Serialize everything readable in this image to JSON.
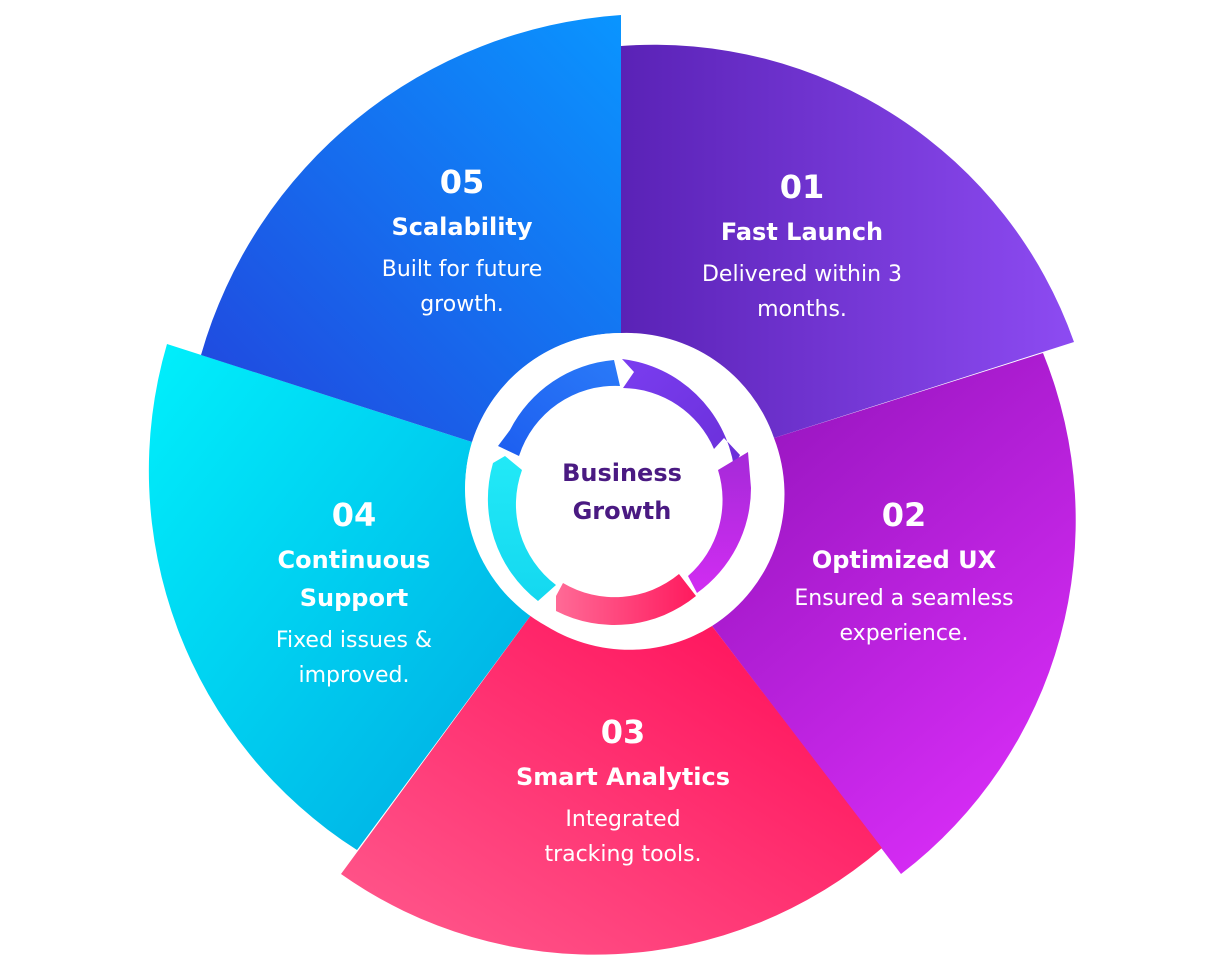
{
  "center": {
    "line1": "Business",
    "line2": "Growth"
  },
  "segments": [
    {
      "number": "01",
      "title": "Fast Launch",
      "desc1": "Delivered within 3",
      "desc2": "months.",
      "color_from": "#5a22b6",
      "color_to": "#8d4bf2"
    },
    {
      "number": "02",
      "title": "Optimized UX",
      "desc1": "Ensured a seamless",
      "desc2": "experience.",
      "color_from": "#8f12b8",
      "color_to": "#d028f0"
    },
    {
      "number": "03",
      "title": "Smart Analytics",
      "desc1": "Integrated",
      "desc2": "tracking tools.",
      "color_from": "#ff0a56",
      "color_to": "#ff4a86"
    },
    {
      "number": "04",
      "title": "Continuous",
      "title2": "Support",
      "desc1": "Fixed issues &",
      "desc2": "improved.",
      "color_from": "#00e6f8",
      "color_to": "#00b3e6"
    },
    {
      "number": "05",
      "title": "Scalability",
      "desc1": "Built for future",
      "desc2": "growth.",
      "color_from": "#1b4fe0",
      "color_to": "#0a8cff"
    }
  ]
}
